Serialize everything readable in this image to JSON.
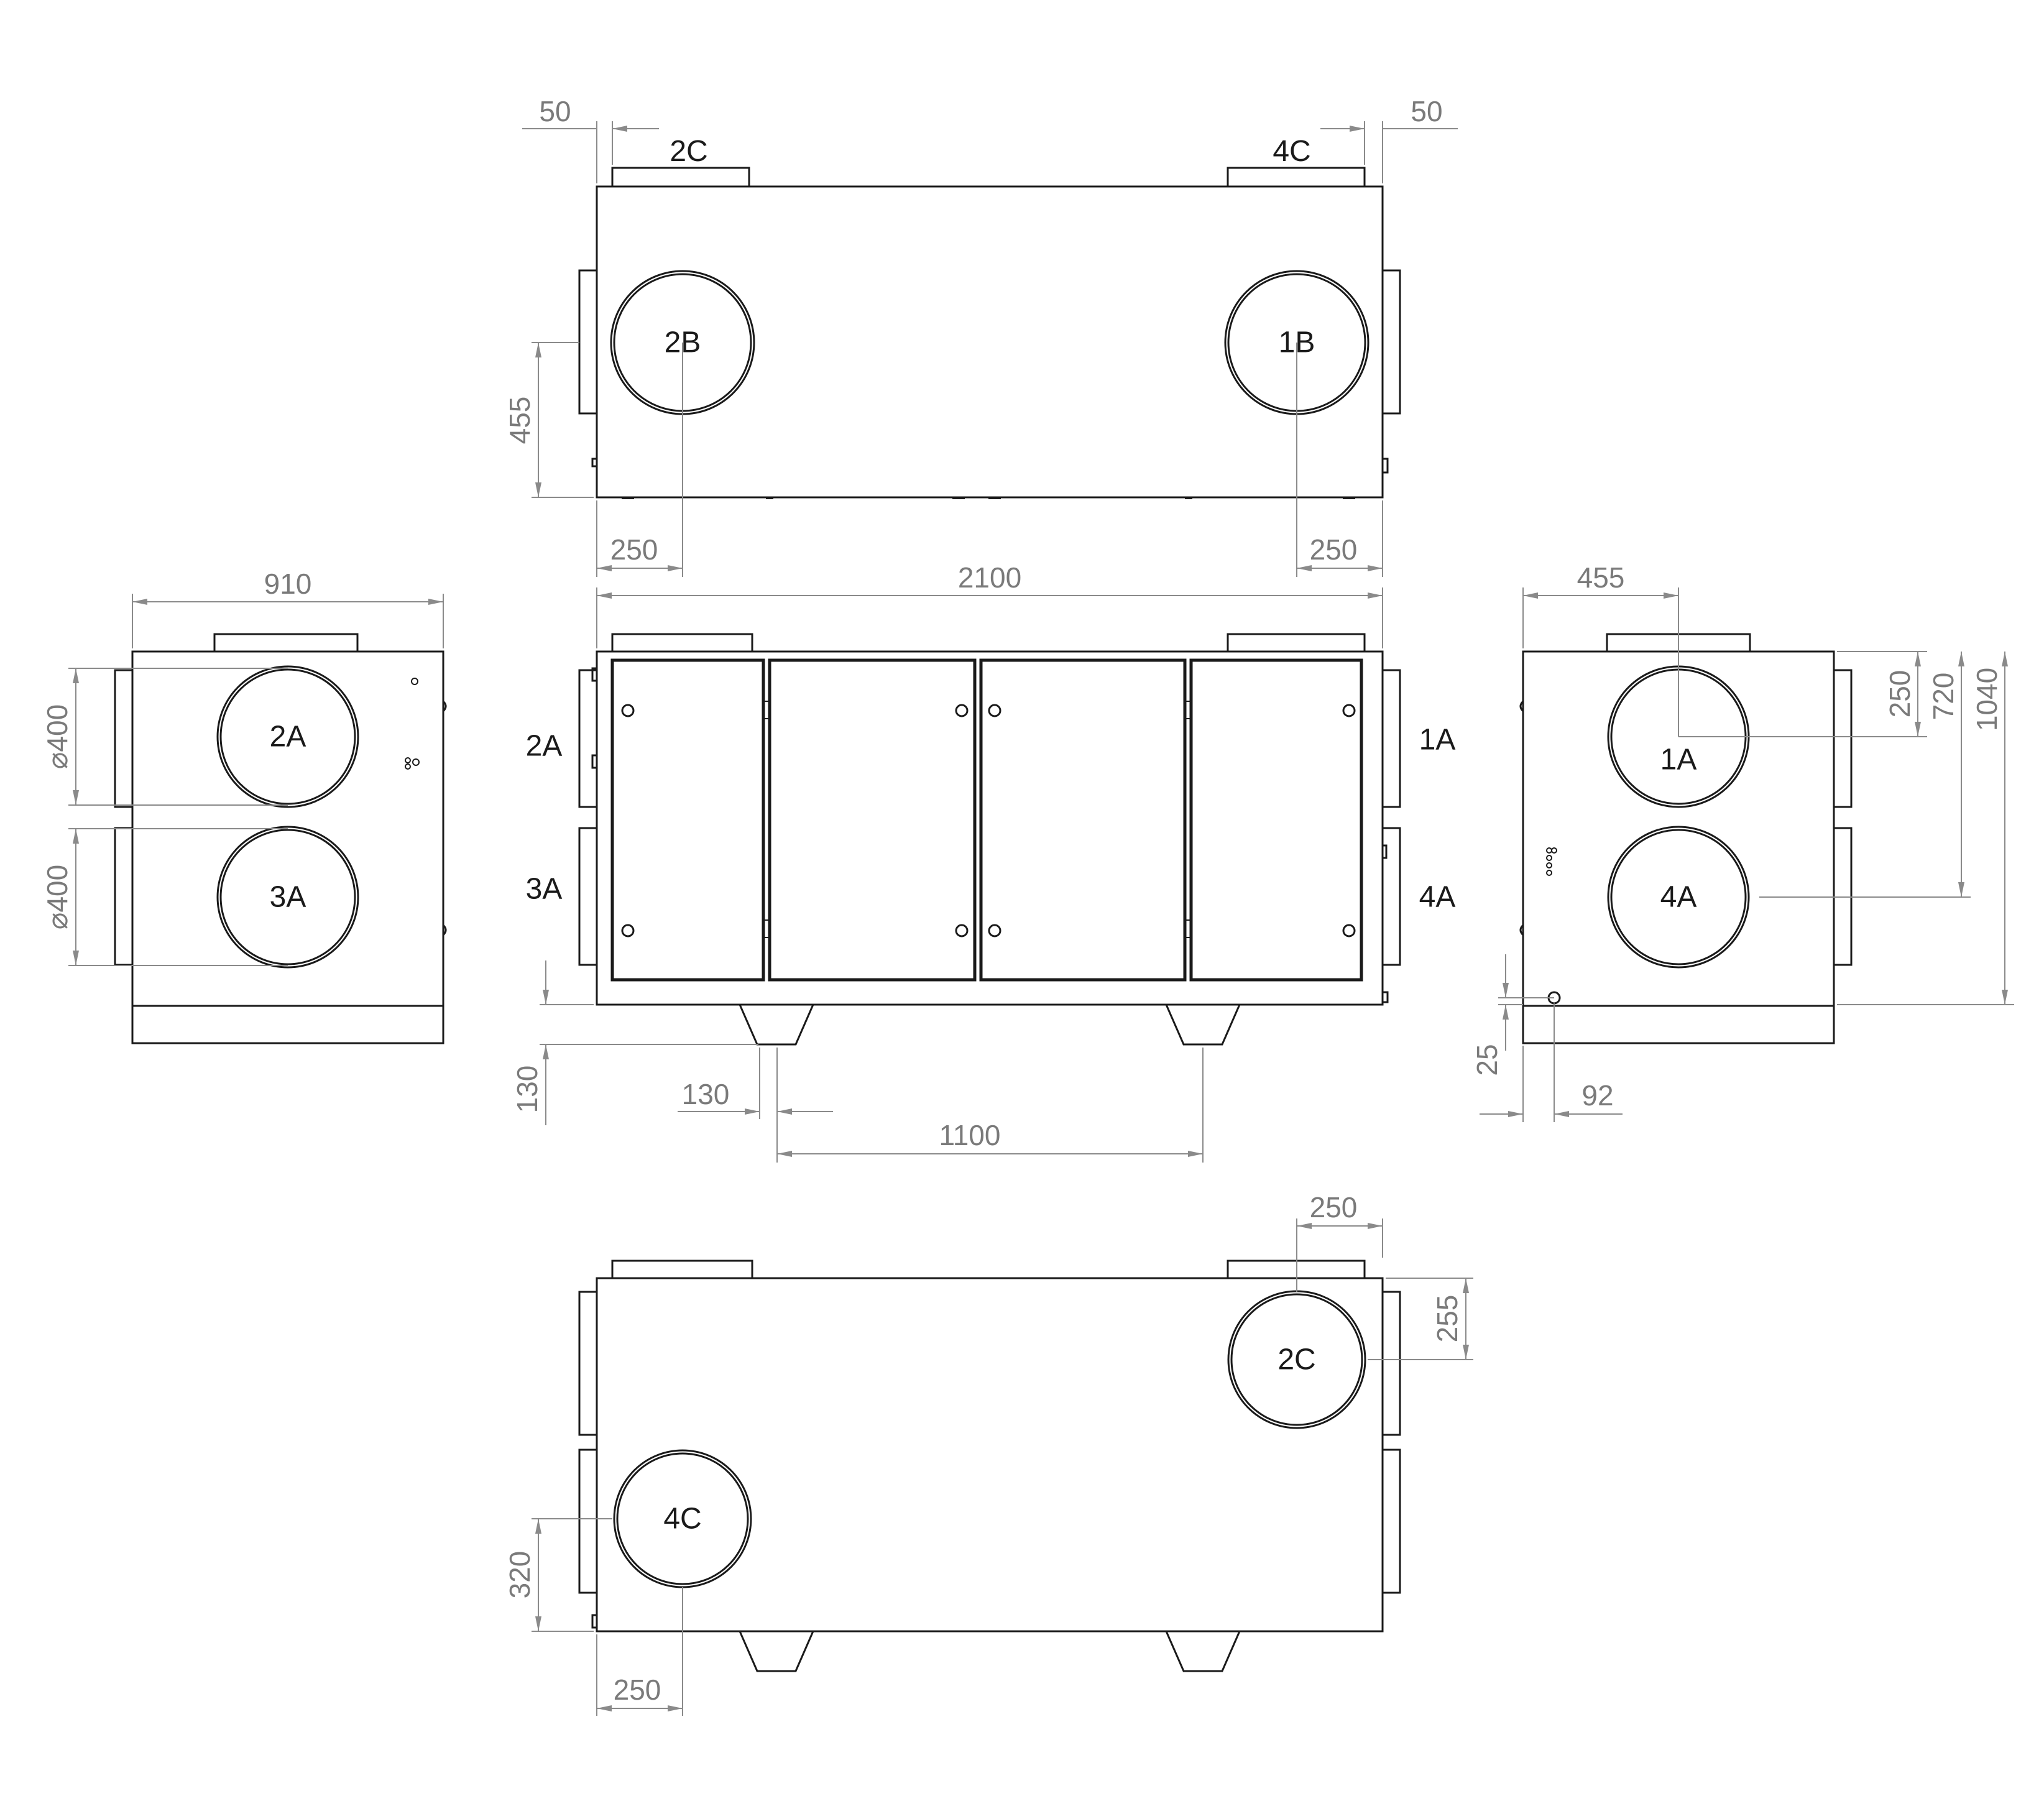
{
  "ports": {
    "top_2c": "2C",
    "top_4c": "4C",
    "top_2b": "2B",
    "top_1b": "1B",
    "left_2a": "2A",
    "left_3a": "3A",
    "front_2a": "2A",
    "front_3a": "3A",
    "front_1a": "1A",
    "front_4a": "4A",
    "right_1a": "1A",
    "right_4a": "4A",
    "bottom_2c": "2C",
    "bottom_4c": "4C"
  },
  "dimensions": {
    "top_offset_left": "50",
    "top_offset_right": "50",
    "top_height": "455",
    "top_left_250": "250",
    "top_right_250": "250",
    "left_width": "910",
    "left_dia_upper": "⌀400",
    "left_dia_lower": "⌀400",
    "front_length": "2100",
    "front_foot_height": "130",
    "front_foot_width": "130",
    "front_foot_spacing": "1100",
    "right_offset": "455",
    "right_h_250": "250",
    "right_h_720": "720",
    "right_h_1040": "1040",
    "right_25": "25",
    "right_92": "92",
    "bottom_250_top": "250",
    "bottom_255": "255",
    "bottom_320": "320",
    "bottom_250_left": "250"
  }
}
